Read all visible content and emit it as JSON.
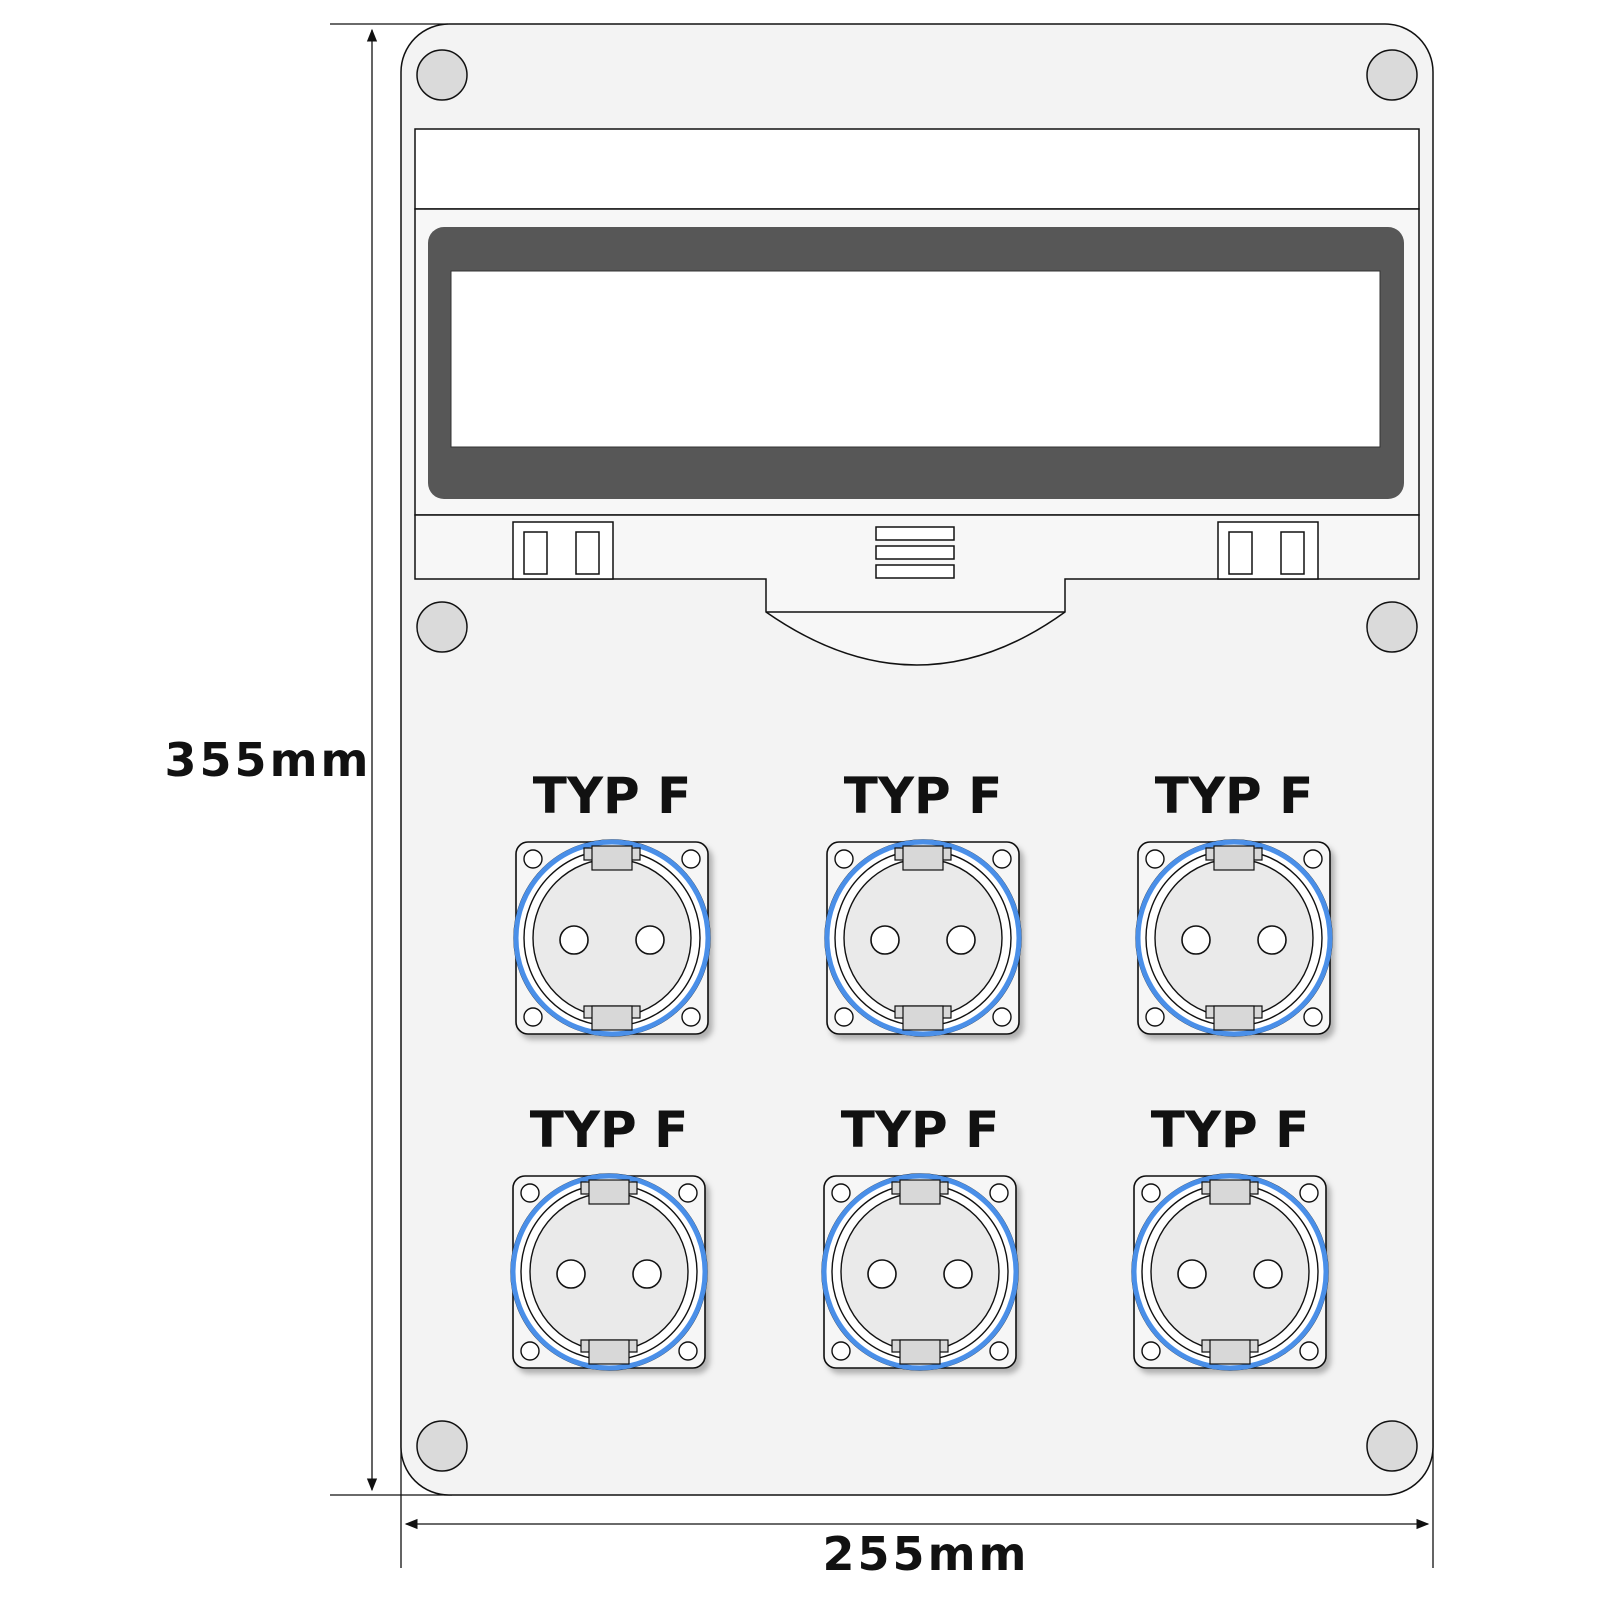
{
  "dimensions": {
    "height_label": "355mm",
    "width_label": "255mm"
  },
  "sockets": [
    {
      "label": "TYP F"
    },
    {
      "label": "TYP F"
    },
    {
      "label": "TYP F"
    },
    {
      "label": "TYP F"
    },
    {
      "label": "TYP F"
    },
    {
      "label": "TYP F"
    }
  ],
  "colors": {
    "panel": "#f3f3f3",
    "window_frame": "#575757",
    "screw": "#dadada",
    "socket_ring": "#4a8fe8",
    "socket_face": "#eaeaea",
    "latch": "#d8d8d8",
    "outline": "#111111"
  }
}
